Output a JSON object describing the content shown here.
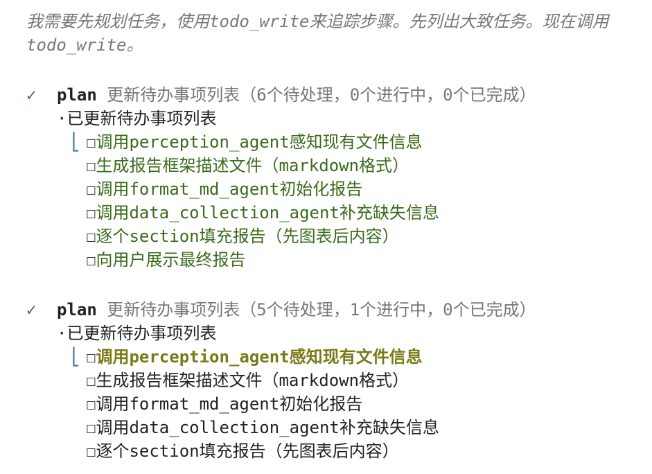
{
  "thought": "我需要先规划任务，使用todo_write来追踪步骤。先列出大致任务。现在调用todo_write。",
  "blocks": [
    {
      "tool": "plan",
      "summary": "更新待办事项列表（6个待处理，0个进行中，0个已完成）",
      "status": "·已更新待办事项列表",
      "items": [
        "调用perception_agent感知现有文件信息",
        "生成报告框架描述文件（markdown格式）",
        "调用format_md_agent初始化报告",
        "调用data_collection_agent补充缺失信息",
        "逐个section填充报告（先图表后内容）",
        "向用户展示最终报告"
      ]
    },
    {
      "tool": "plan",
      "summary": "更新待办事项列表（5个待处理，1个进行中，0个已完成）",
      "status": "·已更新待办事项列表",
      "items": [
        "调用perception_agent感知现有文件信息",
        "生成报告框架描述文件（markdown格式）",
        "调用format_md_agent初始化报告",
        "调用data_collection_agent补充缺失信息",
        "逐个section填充报告（先图表后内容）"
      ]
    }
  ],
  "glyphs": {
    "check": "✓",
    "box": "☐",
    "corner": "⎿"
  }
}
